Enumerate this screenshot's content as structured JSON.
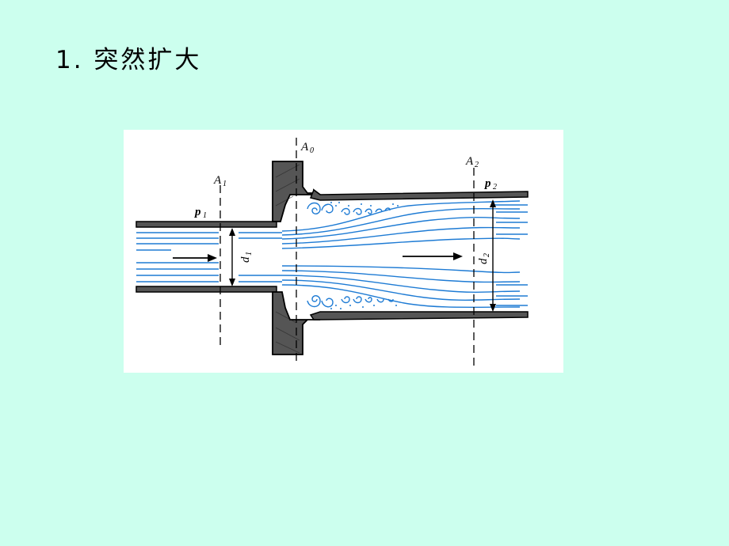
{
  "slide": {
    "title": "1. 突然扩大"
  },
  "diagram": {
    "labels": {
      "a0": "A",
      "a0_sub": "0",
      "a1": "A",
      "a1_sub": "1",
      "a2": "A",
      "a2_sub": "2",
      "p1": "p",
      "p1_sub": "1",
      "p2": "p",
      "p2_sub": "2",
      "d1": "d",
      "d1_sub": "1",
      "d2": "d",
      "d2_sub": "2"
    },
    "colors": {
      "background": "#CCFFEE",
      "panel": "#FFFFFF",
      "pipe_wall": "#555555",
      "streamline": "#1E7BD4",
      "ink": "#000000"
    }
  }
}
